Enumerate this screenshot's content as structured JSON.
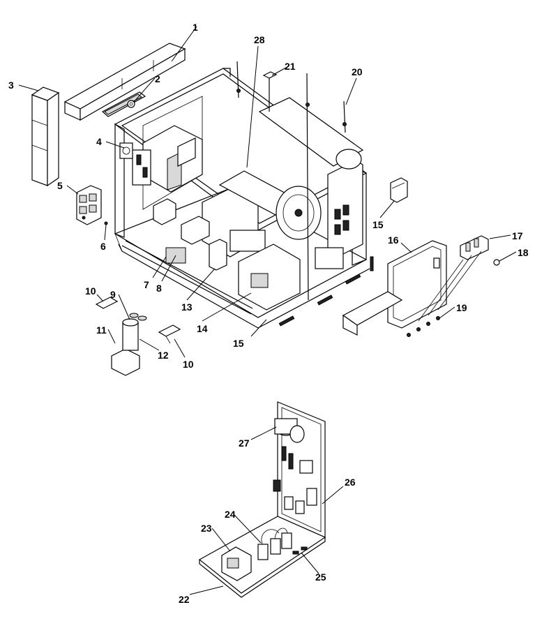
{
  "callouts": [
    {
      "id": "1",
      "text": "1"
    },
    {
      "id": "2",
      "text": "2"
    },
    {
      "id": "3",
      "text": "3"
    },
    {
      "id": "4",
      "text": "4"
    },
    {
      "id": "5",
      "text": "5"
    },
    {
      "id": "6",
      "text": "6"
    },
    {
      "id": "7",
      "text": "7"
    },
    {
      "id": "8",
      "text": "8"
    },
    {
      "id": "9",
      "text": "9"
    },
    {
      "id": "10a",
      "text": "10"
    },
    {
      "id": "10b",
      "text": "10"
    },
    {
      "id": "11",
      "text": "11"
    },
    {
      "id": "12",
      "text": "12"
    },
    {
      "id": "13",
      "text": "13"
    },
    {
      "id": "14",
      "text": "14"
    },
    {
      "id": "15a",
      "text": "15"
    },
    {
      "id": "15b",
      "text": "15"
    },
    {
      "id": "16",
      "text": "16"
    },
    {
      "id": "17",
      "text": "17"
    },
    {
      "id": "18",
      "text": "18"
    },
    {
      "id": "19",
      "text": "19"
    },
    {
      "id": "20",
      "text": "20"
    },
    {
      "id": "21",
      "text": "21"
    },
    {
      "id": "22",
      "text": "22"
    },
    {
      "id": "23",
      "text": "23"
    },
    {
      "id": "24",
      "text": "24"
    },
    {
      "id": "25",
      "text": "25"
    },
    {
      "id": "26",
      "text": "26"
    },
    {
      "id": "27",
      "text": "27"
    },
    {
      "id": "28",
      "text": "28"
    }
  ]
}
